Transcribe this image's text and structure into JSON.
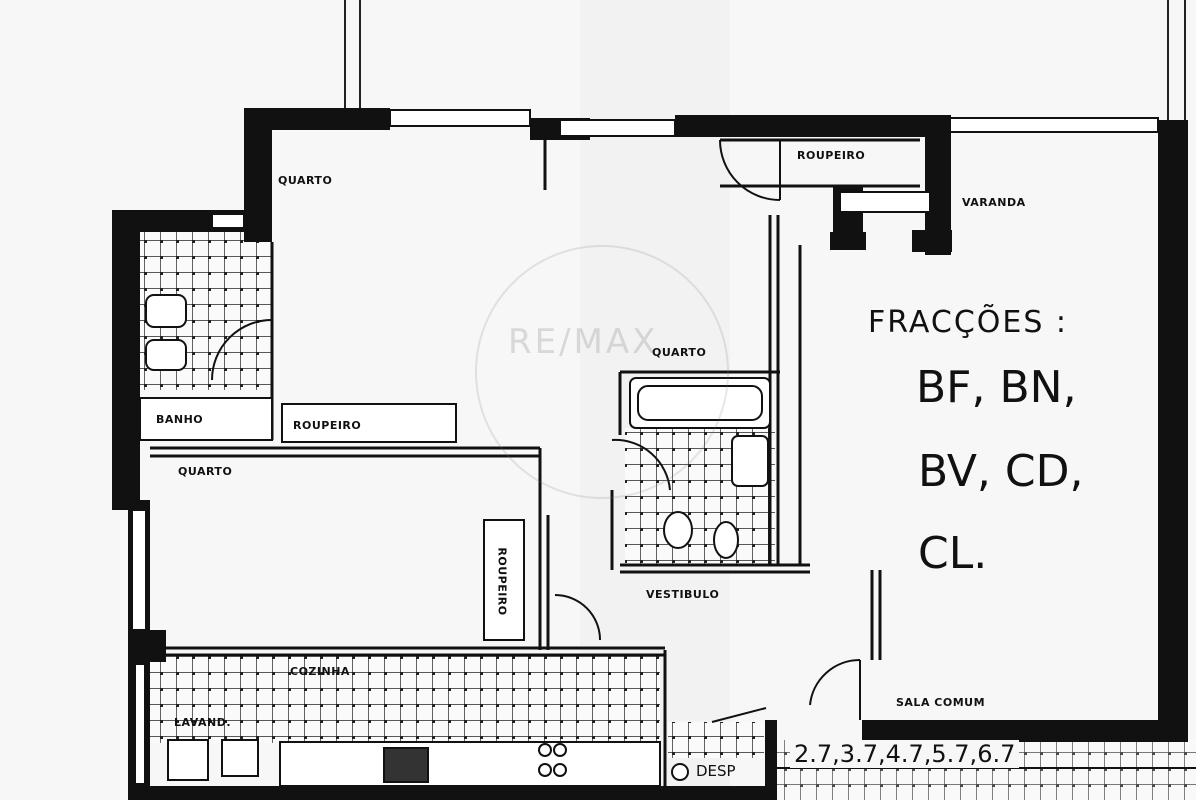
{
  "rooms": {
    "quarto_1": "QUARTO",
    "quarto_2": "QUARTO",
    "quarto_3": "QUARTO",
    "roupeiro_1": "ROUPEIRO",
    "roupeiro_2": "ROUPEIRO",
    "roupeiro_3": "ROUPEIRO",
    "banho": "BANHO",
    "varanda": "VARANDA",
    "vestibulo": "VESTIBULO",
    "cozinha": "COZINHA",
    "lavandaria": "LAVAND.",
    "sala_comum": "SALA COMUM",
    "desp": "DESP"
  },
  "fraccoes": {
    "title": "FRACÇÕES :",
    "line1": "BF, BN,",
    "line2": "BV, CD,",
    "line3": "CL."
  },
  "floors": "2.7,3.7,4.7,5.7,6.7",
  "watermark": "RE/MAX",
  "colors": {
    "wall": "#111111",
    "paper": "#f7f7f7",
    "tile": "#222222"
  }
}
